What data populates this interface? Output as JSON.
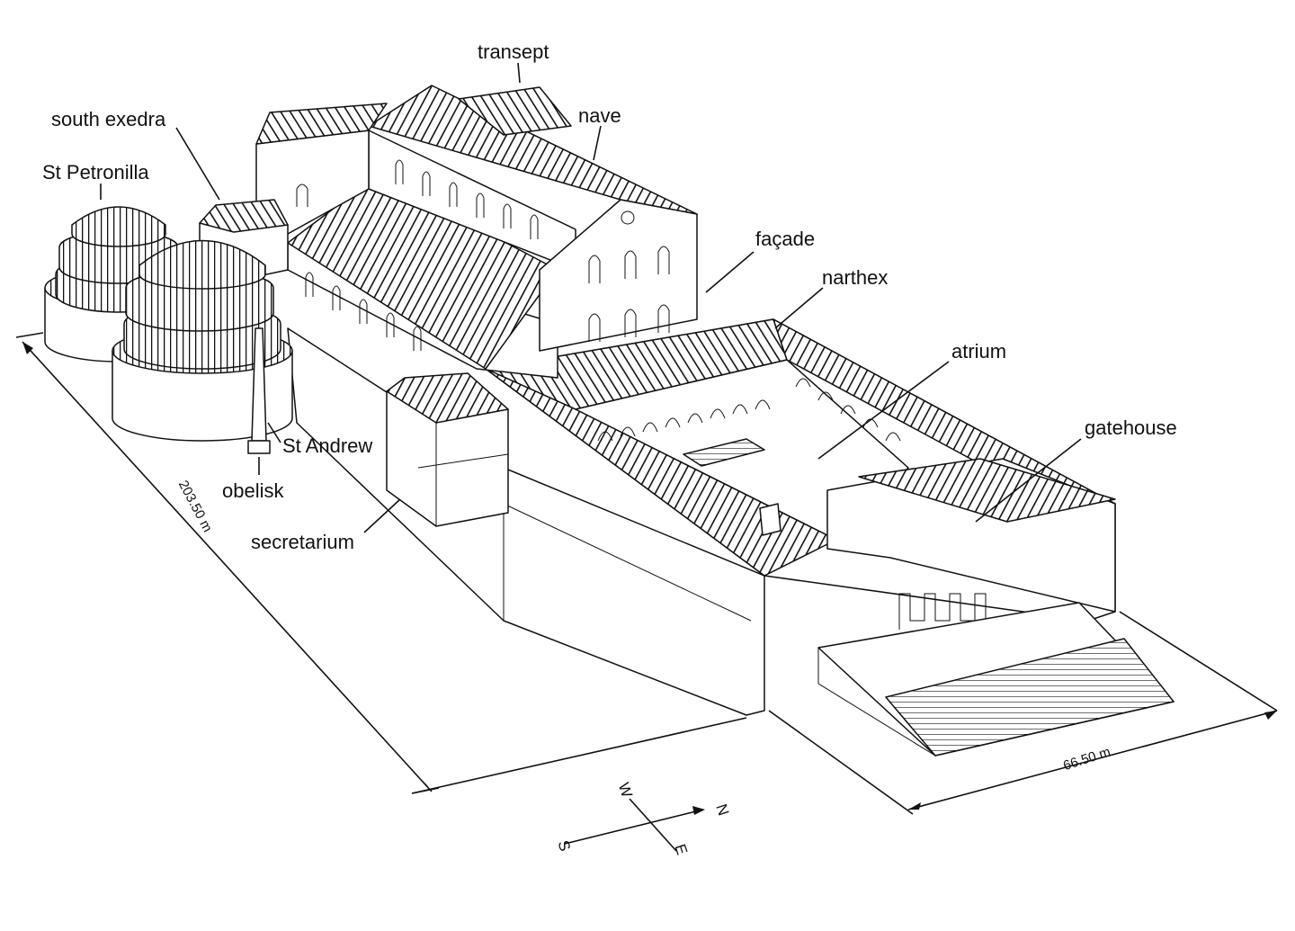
{
  "labels": {
    "transept": "transept",
    "nave": "nave",
    "south_exedra": "south exedra",
    "st_petronilla": "St Petronilla",
    "facade": "façade",
    "narthex": "narthex",
    "atrium": "atrium",
    "gatehouse": "gatehouse",
    "st_andrew": "St Andrew",
    "obelisk": "obelisk",
    "secretarium": "secretarium"
  },
  "dimensions": {
    "length": "203.50 m",
    "width": "66.50 m"
  },
  "compass": {
    "north": "N",
    "south": "S",
    "east": "E",
    "west": "W"
  },
  "colors": {
    "ink": "#111111",
    "paper": "#ffffff"
  }
}
